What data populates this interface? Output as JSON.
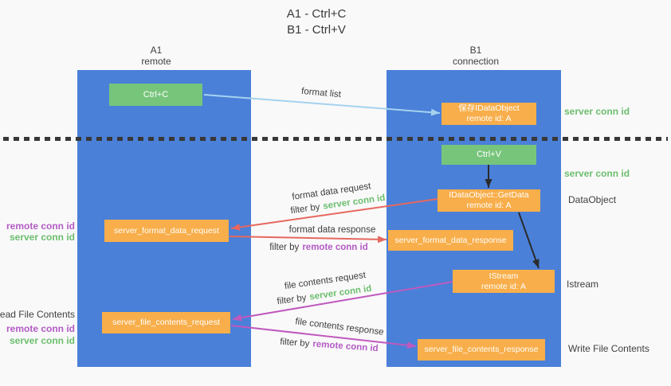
{
  "title": {
    "line1": "A1 - Ctrl+C",
    "line2": "B1 - Ctrl+V"
  },
  "lanes": [
    {
      "name": "A1",
      "role": "remote"
    },
    {
      "name": "B1",
      "role": "connection"
    }
  ],
  "nodes": {
    "ctrl_c": {
      "label": "Ctrl+C"
    },
    "save_idataobject": {
      "line1": "保存IDataObject",
      "line2": "remote id: A"
    },
    "ctrl_v": {
      "label": "Ctrl+V"
    },
    "idataobject_getdata": {
      "line1": "IDataObject::GetData",
      "line2": "remote id: A"
    },
    "server_format_data_request": {
      "label": "server_format_data_request"
    },
    "server_format_data_response": {
      "label": "server_format_data_response"
    },
    "istream": {
      "line1": "IStream",
      "line2": "remote id: A"
    },
    "server_file_contents_request": {
      "label": "server_file_contents_request"
    },
    "server_file_contents_response": {
      "label": "server_file_contents_response"
    }
  },
  "messages": {
    "format_list": "format list",
    "format_data_request": "format data request",
    "format_data_response": "format data response",
    "file_contents_request": "file contents request",
    "file_contents_response": "file contents response",
    "filter_by": "filter by",
    "server_conn_id": "server conn id",
    "remote_conn_id": "remote conn id"
  },
  "side_labels": {
    "right": [
      {
        "text": "server conn id",
        "style": "green"
      },
      {
        "text": "server conn id",
        "style": "green"
      },
      {
        "text": "DataObject",
        "style": "plain"
      },
      {
        "text": "Istream",
        "style": "plain"
      },
      {
        "text": "Write File Contents",
        "style": "plain"
      }
    ],
    "left": [
      {
        "text": "remote conn id",
        "style": "purple"
      },
      {
        "text": "server conn id",
        "style": "green"
      },
      {
        "text": "Read File Contents",
        "style": "plain"
      },
      {
        "text": "remote conn id",
        "style": "purple"
      },
      {
        "text": "server conn id",
        "style": "green"
      }
    ]
  },
  "colors": {
    "lane_blue": "#4A80D8",
    "node_orange": "#F8AE4A",
    "node_green": "#77C57B",
    "arrow_red": "#E6685F",
    "arrow_magenta": "#C059BE",
    "arrow_lightblue": "#A5D2EF",
    "arrow_black": "#2B2B2B",
    "label_green": "#6CBE6E",
    "label_purple": "#B35BC5",
    "background": "#F9F9F9"
  }
}
